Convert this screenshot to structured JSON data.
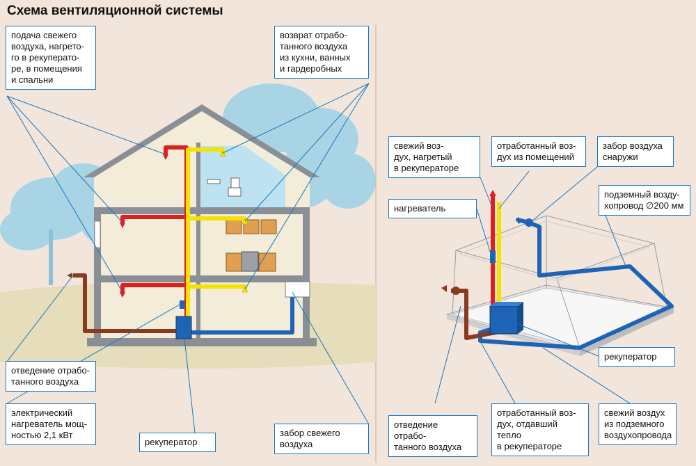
{
  "title": "Схема вентиляционной системы",
  "colors": {
    "background": "#f2e6dc",
    "supply_duct": "#e02020",
    "return_duct": "#f4e200",
    "fresh_air_duct": "#1e63b5",
    "exhaust_duct": "#8a3a1e",
    "callout_line": "#1a75bb"
  },
  "icons": [
    "tree",
    "house-cross-section",
    "toilet",
    "sink",
    "kitchen-cabinets",
    "stove",
    "recuperator-unit",
    "foundation-slab",
    "arrow"
  ],
  "labels": {
    "left_supply": "подача свежего\nвоздуха, нагрето-\nго в рекуперато-\nре, в помещения\nи спальни",
    "left_return": "возврат отрабо-\nтанного воздуха\nиз кухни, ванных\nи гардеробных",
    "left_exhaust": "отведение отрабо-\nтанного воздуха",
    "left_heater": "электрический\nнагреватель мощ-\nностью 2,1 кВт",
    "left_recuperator": "рекуператор",
    "left_intake": "забор свежего\nвоздуха",
    "right_fresh_heated": "свежий воз-\nдух, нагретый\nв рекуператоре",
    "right_exhaust_rooms": "отработанный воз-\nдух из помещений",
    "right_intake": "забор воздуха\nснаружи",
    "right_underground_duct": "подземный возду-\nхопровод ∅200 мм",
    "right_heater": "нагреватель",
    "right_recuperator": "рекуператор",
    "right_exhaust": "отведение отрабо-\nтанного воздуха",
    "right_exhaust_cooled": "отработанный воз-\nдух, отдавший тепло\nв рекуператоре",
    "right_fresh_underground": "свежий воздух\nиз подземного\nвоздухопровода"
  }
}
